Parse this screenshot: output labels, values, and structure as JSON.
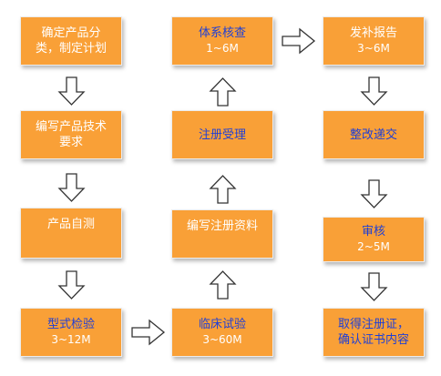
{
  "nodes": {
    "classify": {
      "lines": [
        "确定产品分",
        "类，制定计划"
      ]
    },
    "tech_req": {
      "lines": [
        "编写产品技术",
        "要求"
      ]
    },
    "self_test": {
      "lines": [
        "产品自测"
      ]
    },
    "type_test": {
      "lines": [
        "型式检验"
      ],
      "duration": "3~12M"
    },
    "clinical": {
      "lines": [
        "临床试验"
      ],
      "duration": "3~60M"
    },
    "reg_docs": {
      "lines": [
        "编写注册资料"
      ]
    },
    "reg_accept": {
      "lines": [
        "注册受理"
      ]
    },
    "system_check": {
      "lines": [
        "体系核查"
      ],
      "duration": "1~6M"
    },
    "supplement": {
      "lines": [
        "发补报告"
      ],
      "duration": "3~6M"
    },
    "rectify": {
      "lines": [
        "整改递交"
      ]
    },
    "review": {
      "lines": [
        "审核"
      ],
      "duration": "2~5M"
    },
    "certificate": {
      "lines": [
        "取得注册证，",
        "确认证书内容"
      ]
    }
  },
  "colors": {
    "box_fill": "#f9a037",
    "box_text": "#ffffff",
    "highlight_text": "#1f3fd6",
    "arrow_fill": "#ffffff",
    "arrow_stroke": "#333333"
  }
}
